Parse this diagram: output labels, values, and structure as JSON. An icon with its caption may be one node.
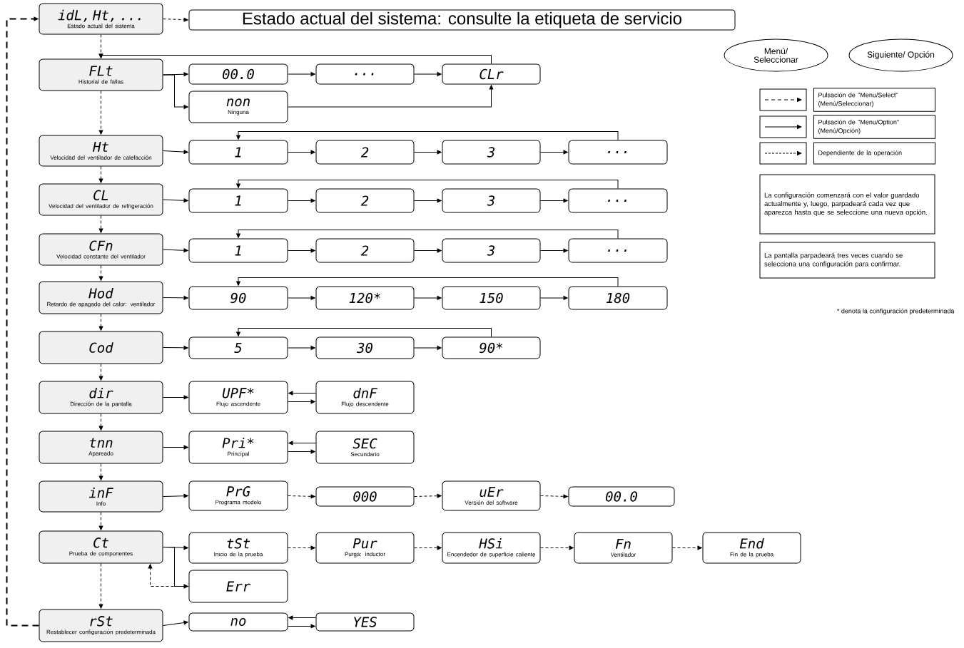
{
  "diagram": {
    "nodes": [
      {
        "text": [
          "idL, Ht, ...",
          "Estado actual del sistema"
        ]
      },
      {
        "text": [
          "Estado actual del sistema: consulte la etiqueta de servicio"
        ]
      },
      {
        "text": [
          "FLt",
          "Historial de fallas"
        ]
      },
      {
        "text": [
          "00.0"
        ]
      },
      {
        "text": [
          "..."
        ]
      },
      {
        "text": [
          "CLr"
        ]
      },
      {
        "text": [
          "non",
          "Ninguna"
        ]
      },
      {
        "text": [
          "Ht",
          "Velocidad del ventilador de calefacción"
        ]
      },
      {
        "text": [
          "1"
        ]
      },
      {
        "text": [
          "2"
        ]
      },
      {
        "text": [
          "3"
        ]
      },
      {
        "text": [
          "..."
        ]
      },
      {
        "text": [
          "CL",
          "Velocidad del ventilador de refrigeración"
        ]
      },
      {
        "text": [
          "1"
        ]
      },
      {
        "text": [
          "2"
        ]
      },
      {
        "text": [
          "3"
        ]
      },
      {
        "text": [
          "..."
        ]
      },
      {
        "text": [
          "CFn",
          "Velocidad constante del ventilador"
        ]
      },
      {
        "text": [
          "1"
        ]
      },
      {
        "text": [
          "2"
        ]
      },
      {
        "text": [
          "3"
        ]
      },
      {
        "text": [
          "..."
        ]
      },
      {
        "text": [
          "Hod",
          "Retardo de apagado del calor: ventilador"
        ]
      },
      {
        "text": [
          "90"
        ]
      },
      {
        "text": [
          "120*"
        ]
      },
      {
        "text": [
          "150"
        ]
      },
      {
        "text": [
          "180"
        ]
      },
      {
        "text": [
          "Cod"
        ]
      },
      {
        "text": [
          "5"
        ]
      },
      {
        "text": [
          "30"
        ]
      },
      {
        "text": [
          "90*"
        ]
      },
      {
        "text": [
          "dir",
          "Dirección de la pantalla"
        ]
      },
      {
        "text": [
          "UPF*",
          "Flujo ascendente"
        ]
      },
      {
        "text": [
          "dnF",
          "Flujo descendente"
        ]
      },
      {
        "text": [
          "tnn",
          "Apareado"
        ]
      },
      {
        "text": [
          "Pri*",
          "Principal"
        ]
      },
      {
        "text": [
          "SEC",
          "Secundario"
        ]
      },
      {
        "text": [
          "inF",
          "Info"
        ]
      },
      {
        "text": [
          "PrG",
          "Programa modelo"
        ]
      },
      {
        "text": [
          "000"
        ]
      },
      {
        "text": [
          "uEr",
          "Versión del software"
        ]
      },
      {
        "text": [
          "00.0"
        ]
      },
      {
        "text": [
          "Ct",
          "Prueba de componentes"
        ]
      },
      {
        "text": [
          "tSt",
          "Inicio de la prueba"
        ]
      },
      {
        "text": [
          "Pur",
          "Purga: inductor"
        ]
      },
      {
        "text": [
          "HSi",
          "Encendedor de superficie caliente"
        ]
      },
      {
        "text": [
          "Fn",
          "Ventilador"
        ]
      },
      {
        "text": [
          "End",
          "Fin de la prueba"
        ]
      },
      {
        "text": [
          "Err"
        ]
      },
      {
        "text": [
          "rSt",
          "Restablecer configuración predeterminada"
        ]
      },
      {
        "text": [
          "no"
        ]
      },
      {
        "text": [
          "YES"
        ]
      },
      {
        "text": [
          "Menú/ Seleccionar"
        ]
      },
      {
        "text": [
          "Siguiente/ Opción"
        ]
      },
      {
        "text": [
          "La configuración comenzará con el valor guardado actualmente y, luego, parpadeará cada vez que aparezca hasta que se seleccione una nueva opción."
        ]
      },
      {
        "text": [
          "La pantalla parpadeará tres veces cuando se selecciona una configuración para confirmar."
        ]
      }
    ],
    "edges": [
      {
        "from": 0,
        "to": 1,
        "arrow": "to",
        "style": "dashed"
      },
      {
        "from": 0,
        "to": 2,
        "arrow": "to",
        "style": "dashed"
      },
      {
        "from": 2,
        "to": 3,
        "arrow": "to"
      },
      {
        "from": 2,
        "to": 6,
        "arrow": "to"
      },
      {
        "from": 3,
        "to": 4,
        "arrow": "to"
      },
      {
        "from": 4,
        "to": 5,
        "arrow": "to"
      },
      {
        "from": 6,
        "to": 5,
        "arrow": "to"
      },
      {
        "from": 5,
        "to": 2,
        "arrow": "to"
      },
      {
        "from": 2,
        "to": 7,
        "arrow": "to",
        "style": "dashed"
      },
      {
        "from": 7,
        "to": 8,
        "arrow": "to"
      },
      {
        "from": 8,
        "to": 9,
        "arrow": "to"
      },
      {
        "from": 9,
        "to": 10,
        "arrow": "to"
      },
      {
        "from": 10,
        "to": 11,
        "arrow": "to"
      },
      {
        "from": 11,
        "to": 8,
        "arrow": "to"
      },
      {
        "from": 7,
        "to": 12,
        "arrow": "to",
        "style": "dashed"
      },
      {
        "from": 12,
        "to": 13,
        "arrow": "to"
      },
      {
        "from": 13,
        "to": 14,
        "arrow": "to"
      },
      {
        "from": 14,
        "to": 15,
        "arrow": "to"
      },
      {
        "from": 15,
        "to": 16,
        "arrow": "to"
      },
      {
        "from": 16,
        "to": 13,
        "arrow": "to"
      },
      {
        "from": 12,
        "to": 17,
        "arrow": "to",
        "style": "dashed"
      },
      {
        "from": 17,
        "to": 18,
        "arrow": "to"
      },
      {
        "from": 18,
        "to": 19,
        "arrow": "to"
      },
      {
        "from": 19,
        "to": 20,
        "arrow": "to"
      },
      {
        "from": 20,
        "to": 21,
        "arrow": "to"
      },
      {
        "from": 21,
        "to": 18,
        "arrow": "to"
      },
      {
        "from": 17,
        "to": 22,
        "arrow": "to",
        "style": "dashed"
      },
      {
        "from": 22,
        "to": 23,
        "arrow": "to"
      },
      {
        "from": 23,
        "to": 24,
        "arrow": "to"
      },
      {
        "from": 24,
        "to": 25,
        "arrow": "to"
      },
      {
        "from": 25,
        "to": 26,
        "arrow": "to"
      },
      {
        "from": 26,
        "to": 23,
        "arrow": "to"
      },
      {
        "from": 22,
        "to": 27,
        "arrow": "to",
        "style": "dashed"
      },
      {
        "from": 27,
        "to": 28,
        "arrow": "to"
      },
      {
        "from": 28,
        "to": 29,
        "arrow": "to"
      },
      {
        "from": 29,
        "to": 30,
        "arrow": "to"
      },
      {
        "from": 30,
        "to": 28,
        "arrow": "to"
      },
      {
        "from": 27,
        "to": 31,
        "arrow": "to",
        "style": "dashed"
      },
      {
        "from": 31,
        "to": 32,
        "arrow": "to"
      },
      {
        "from": 32,
        "to": 33,
        "arrow": "to"
      },
      {
        "from": 33,
        "to": 32,
        "arrow": "to"
      },
      {
        "from": 31,
        "to": 34,
        "arrow": "to",
        "style": "dashed"
      },
      {
        "from": 34,
        "to": 35,
        "arrow": "to"
      },
      {
        "from": 35,
        "to": 36,
        "arrow": "to"
      },
      {
        "from": 36,
        "to": 35,
        "arrow": "to"
      },
      {
        "from": 34,
        "to": 37,
        "arrow": "to",
        "style": "dashed"
      },
      {
        "from": 37,
        "to": 38,
        "arrow": "to"
      },
      {
        "from": 38,
        "to": 39,
        "arrow": "to",
        "style": "dashed"
      },
      {
        "from": 39,
        "to": 40,
        "arrow": "to",
        "style": "dashed"
      },
      {
        "from": 40,
        "to": 41,
        "arrow": "to",
        "style": "dashed"
      },
      {
        "from": 37,
        "to": 42,
        "arrow": "to",
        "style": "dashed"
      },
      {
        "from": 42,
        "to": 43,
        "arrow": "to"
      },
      {
        "from": 42,
        "to": 48,
        "arrow": "to"
      },
      {
        "from": 43,
        "to": 44,
        "arrow": "to",
        "style": "dashed"
      },
      {
        "from": 44,
        "to": 45,
        "arrow": "to",
        "style": "dashed"
      },
      {
        "from": 45,
        "to": 46,
        "arrow": "to",
        "style": "dashed"
      },
      {
        "from": 46,
        "to": 47,
        "arrow": "to",
        "style": "dashed"
      },
      {
        "from": 48,
        "to": 42,
        "arrow": "to",
        "style": "dashed"
      },
      {
        "from": 42,
        "to": 49,
        "arrow": "to",
        "style": "dashed"
      },
      {
        "from": 49,
        "to": 50,
        "arrow": "to"
      },
      {
        "from": 50,
        "to": 51,
        "arrow": "to"
      },
      {
        "from": 51,
        "to": 50,
        "arrow": "to"
      },
      {
        "from": 49,
        "to": 0,
        "arrow": "to",
        "style": "dashed"
      }
    ],
    "labels": [
      "* denota la configuración predeterminada"
    ],
    "legend": [
      {
        "text": "Pulsación de \"Menu/Select\" (Menú/Seleccionar)"
      },
      {
        "text": "Pulsación de \"Menu/Option\" (Menú/Opción)"
      },
      {
        "text": "Dependiente de la operación"
      }
    ]
  }
}
